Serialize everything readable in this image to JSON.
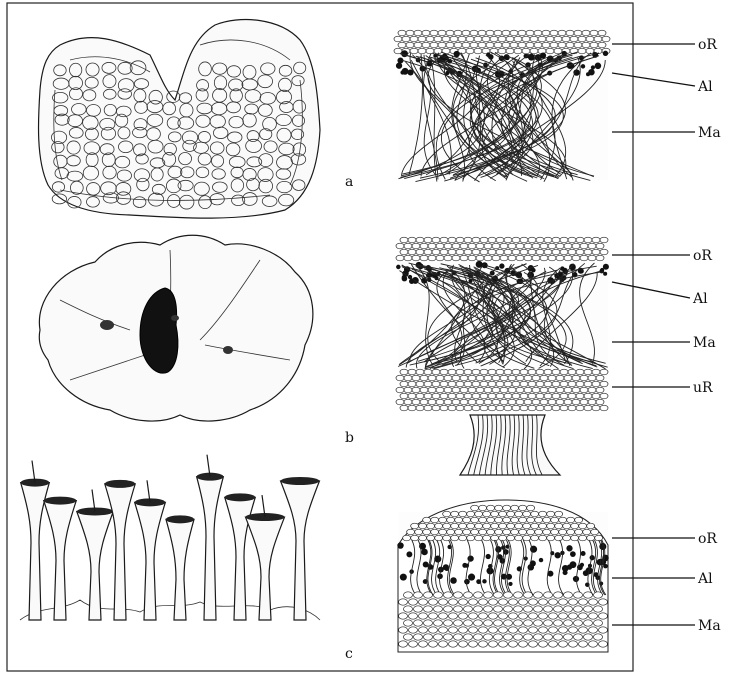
{
  "panels": [
    {
      "id": "a",
      "letter": "a",
      "layers": [
        "oR",
        "Al",
        "Ma"
      ]
    },
    {
      "id": "b",
      "letter": "b",
      "layers": [
        "oR",
        "Al",
        "Ma",
        "uR"
      ]
    },
    {
      "id": "c",
      "letter": "c",
      "layers": [
        "oR",
        "Al",
        "Ma"
      ]
    }
  ]
}
